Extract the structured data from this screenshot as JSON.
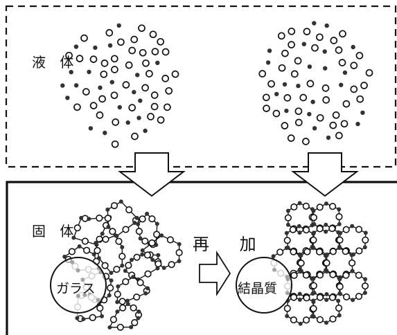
{
  "labels": {
    "liquid": "液 体",
    "solid": "固 体",
    "reheat": "再 加",
    "glass": "ガラス",
    "crystalline": "結晶質"
  },
  "colors": {
    "line": "#111111",
    "atom_open": "#111111",
    "atom_filled": "#333333",
    "glass_highlight": "#999999",
    "background": "#ffffff"
  }
}
